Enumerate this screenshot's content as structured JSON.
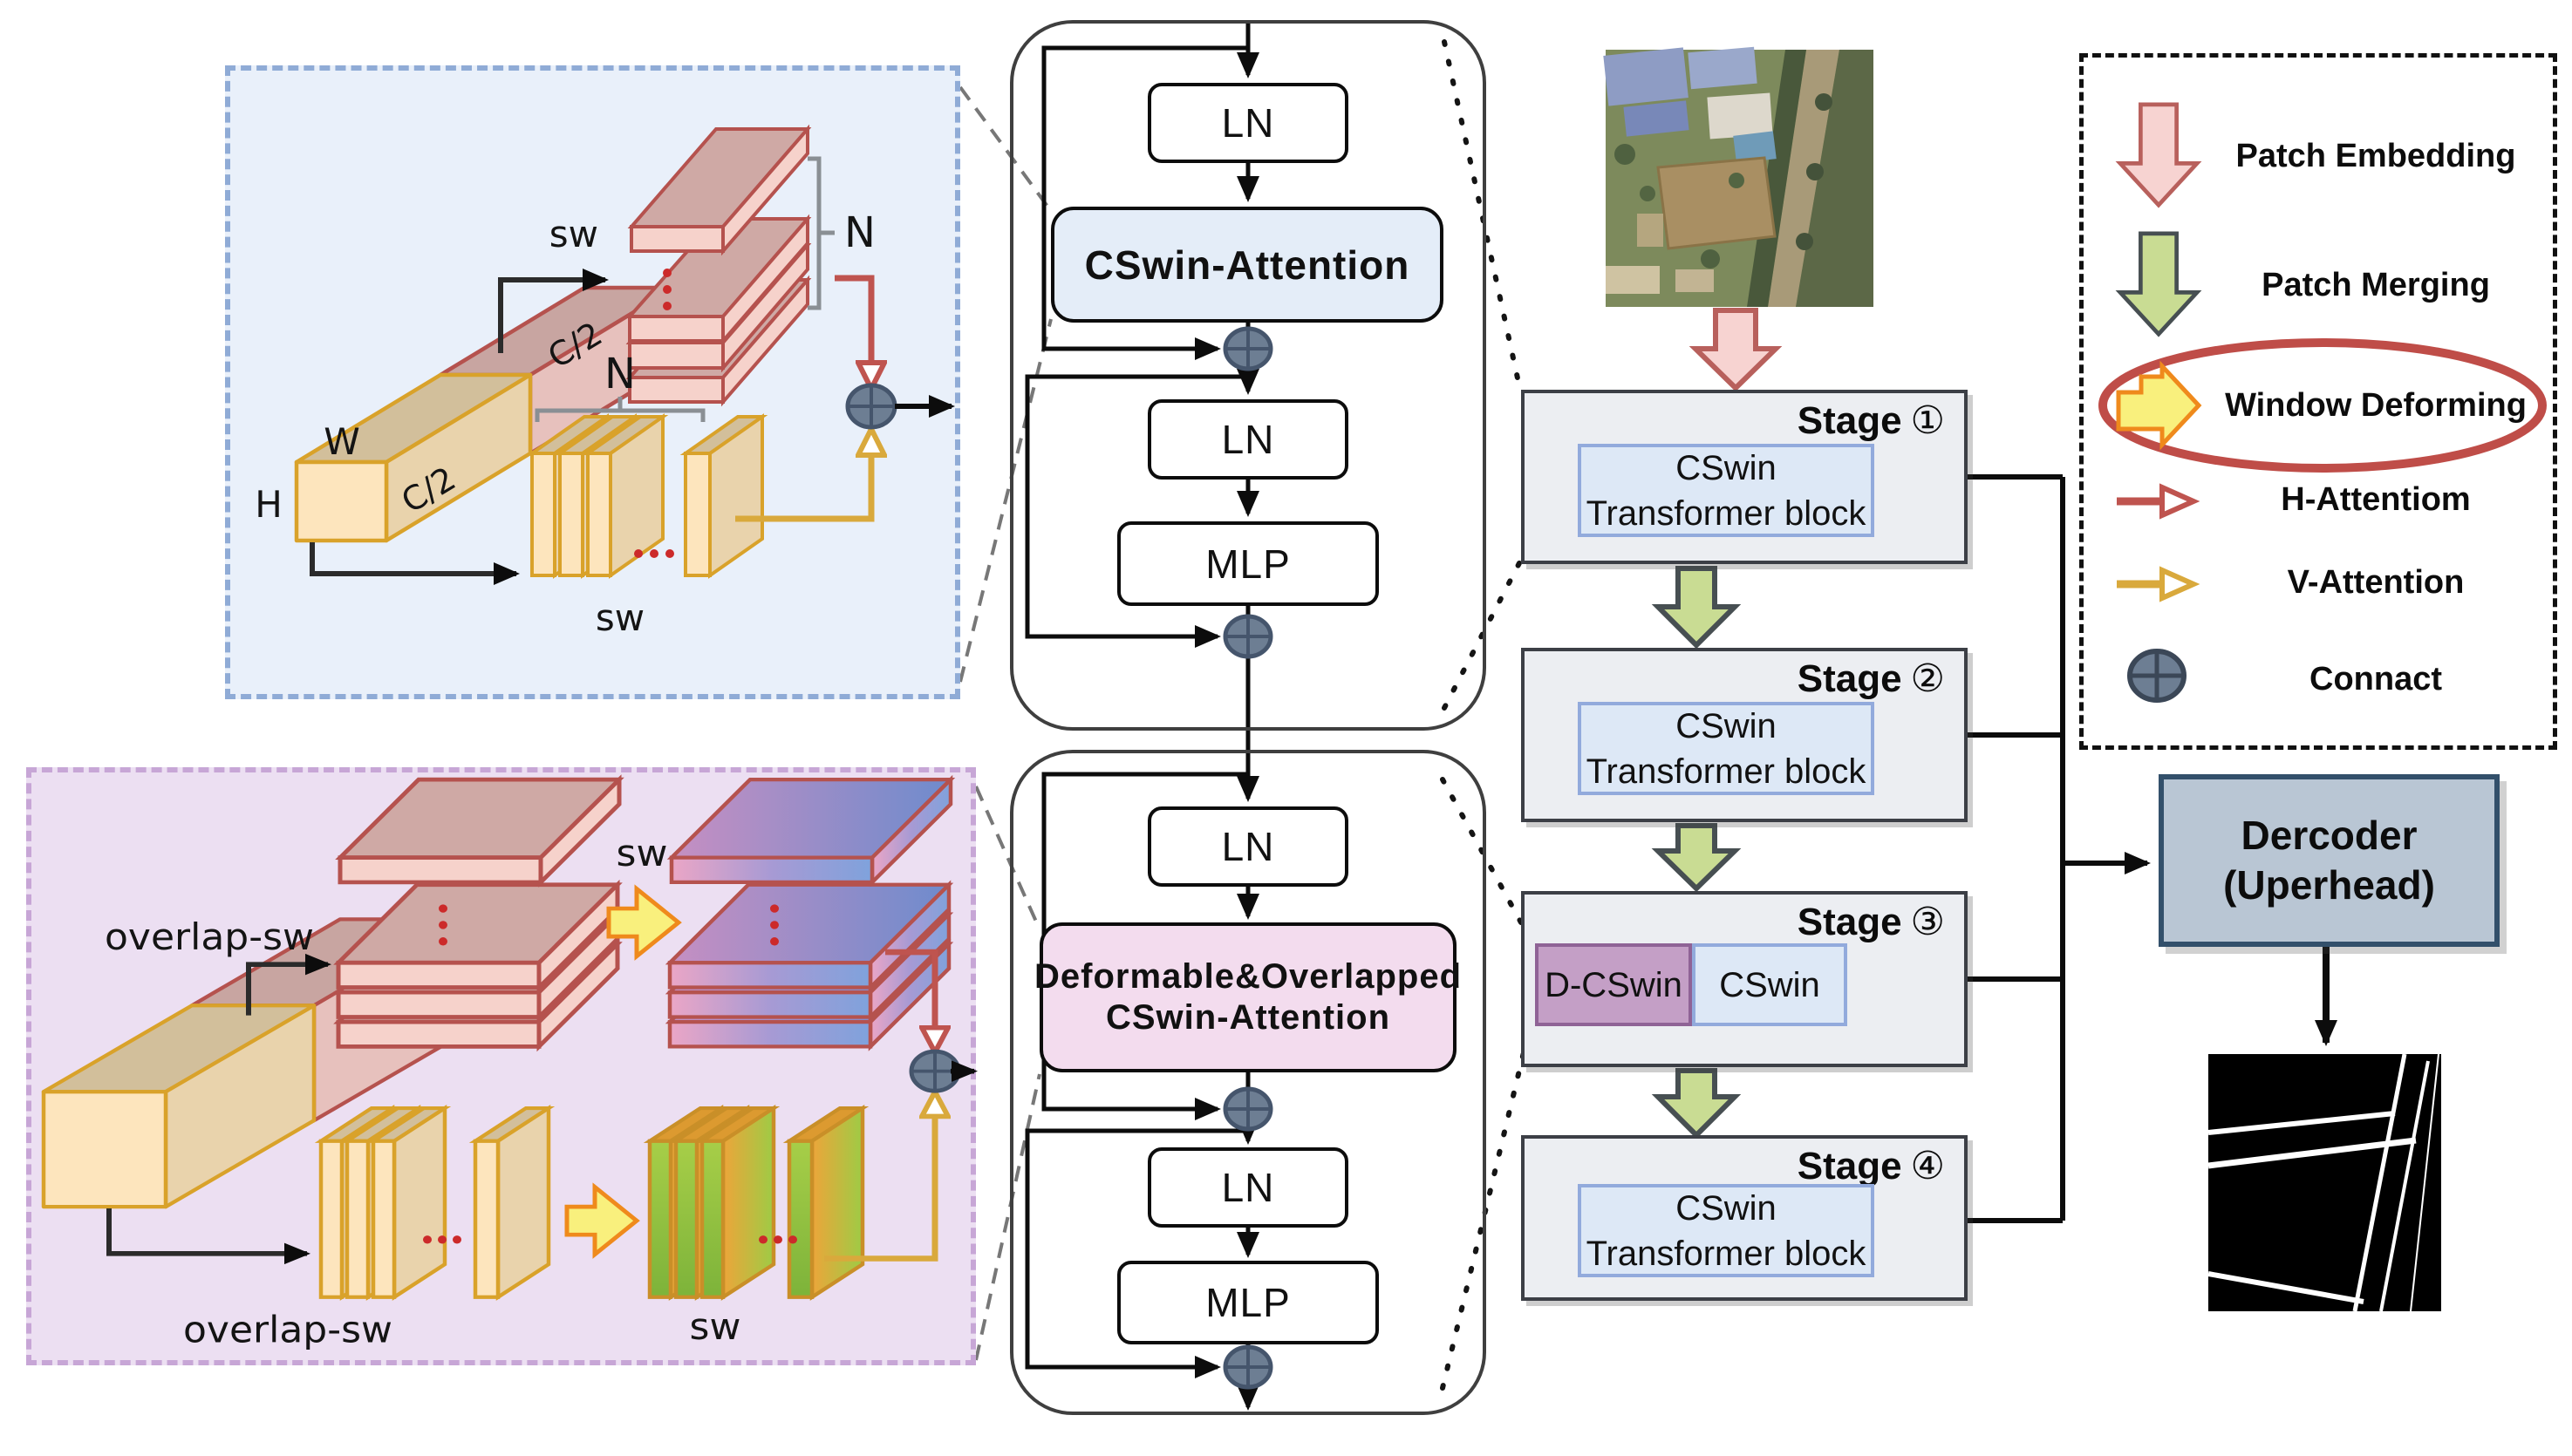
{
  "cross_window_panel": {
    "sw_top": "sw",
    "n_top": "N",
    "n_bottom": "N",
    "sw_bottom": "sw",
    "w": "W",
    "h": "H",
    "c_half_front": "C/2",
    "c_half_back": "C/2"
  },
  "deform_window_panel": {
    "overlap_sw_top": "overlap-sw",
    "sw_top": "sw",
    "overlap_sw_bottom": "overlap-sw",
    "sw_bottom": "sw"
  },
  "cswin_block": {
    "ln_1": "LN",
    "attention": "CSwin-Attention",
    "ln_2": "LN",
    "mlp": "MLP"
  },
  "deform_block": {
    "ln_1": "LN",
    "attention_line1": "Deformable&Overlapped",
    "attention_line2": "CSwin-Attention",
    "ln_2": "LN",
    "mlp": "MLP"
  },
  "stages": {
    "stage_word": "Stage",
    "s1": {
      "num": "①",
      "block": "CSwin Transformer block"
    },
    "s2": {
      "num": "②",
      "block": "CSwin Transformer block"
    },
    "s3": {
      "num": "③",
      "d_block": "D-CSwin",
      "c_block": "CSwin"
    },
    "s4": {
      "num": "④",
      "block": "CSwin Transformer block"
    }
  },
  "decoder": {
    "title_line1": "Dercoder",
    "title_line2": "(Uperhead)"
  },
  "legend": {
    "patch_embedding": "Patch Embedding",
    "patch_merging": "Patch Merging",
    "window_deforming": "Window Deforming",
    "h_attention": "H-Attentiom",
    "v_attention": "V-Attention",
    "connect": "Connact"
  },
  "images": {
    "input": "aerial-photo",
    "output": "segmentation-mask"
  },
  "colors": {
    "h_attention": "#bf544f",
    "v_attention": "#d9a93c",
    "window_deforming": "#ef8a1c",
    "patch_embedding_fill": "#f7d3d1",
    "patch_merging_fill": "#c9dc93",
    "connect_fill": "#6d7e93",
    "highlight_ellipse": "#bf4d48",
    "panel_blue": "#e9f0fa",
    "panel_purple": "#ecdff2",
    "stage_fill": "#eceef2",
    "inner_block_fill": "#dde8f6",
    "d_cswin_fill": "#c49fc6",
    "decoder_fill": "#b9c6d4"
  }
}
